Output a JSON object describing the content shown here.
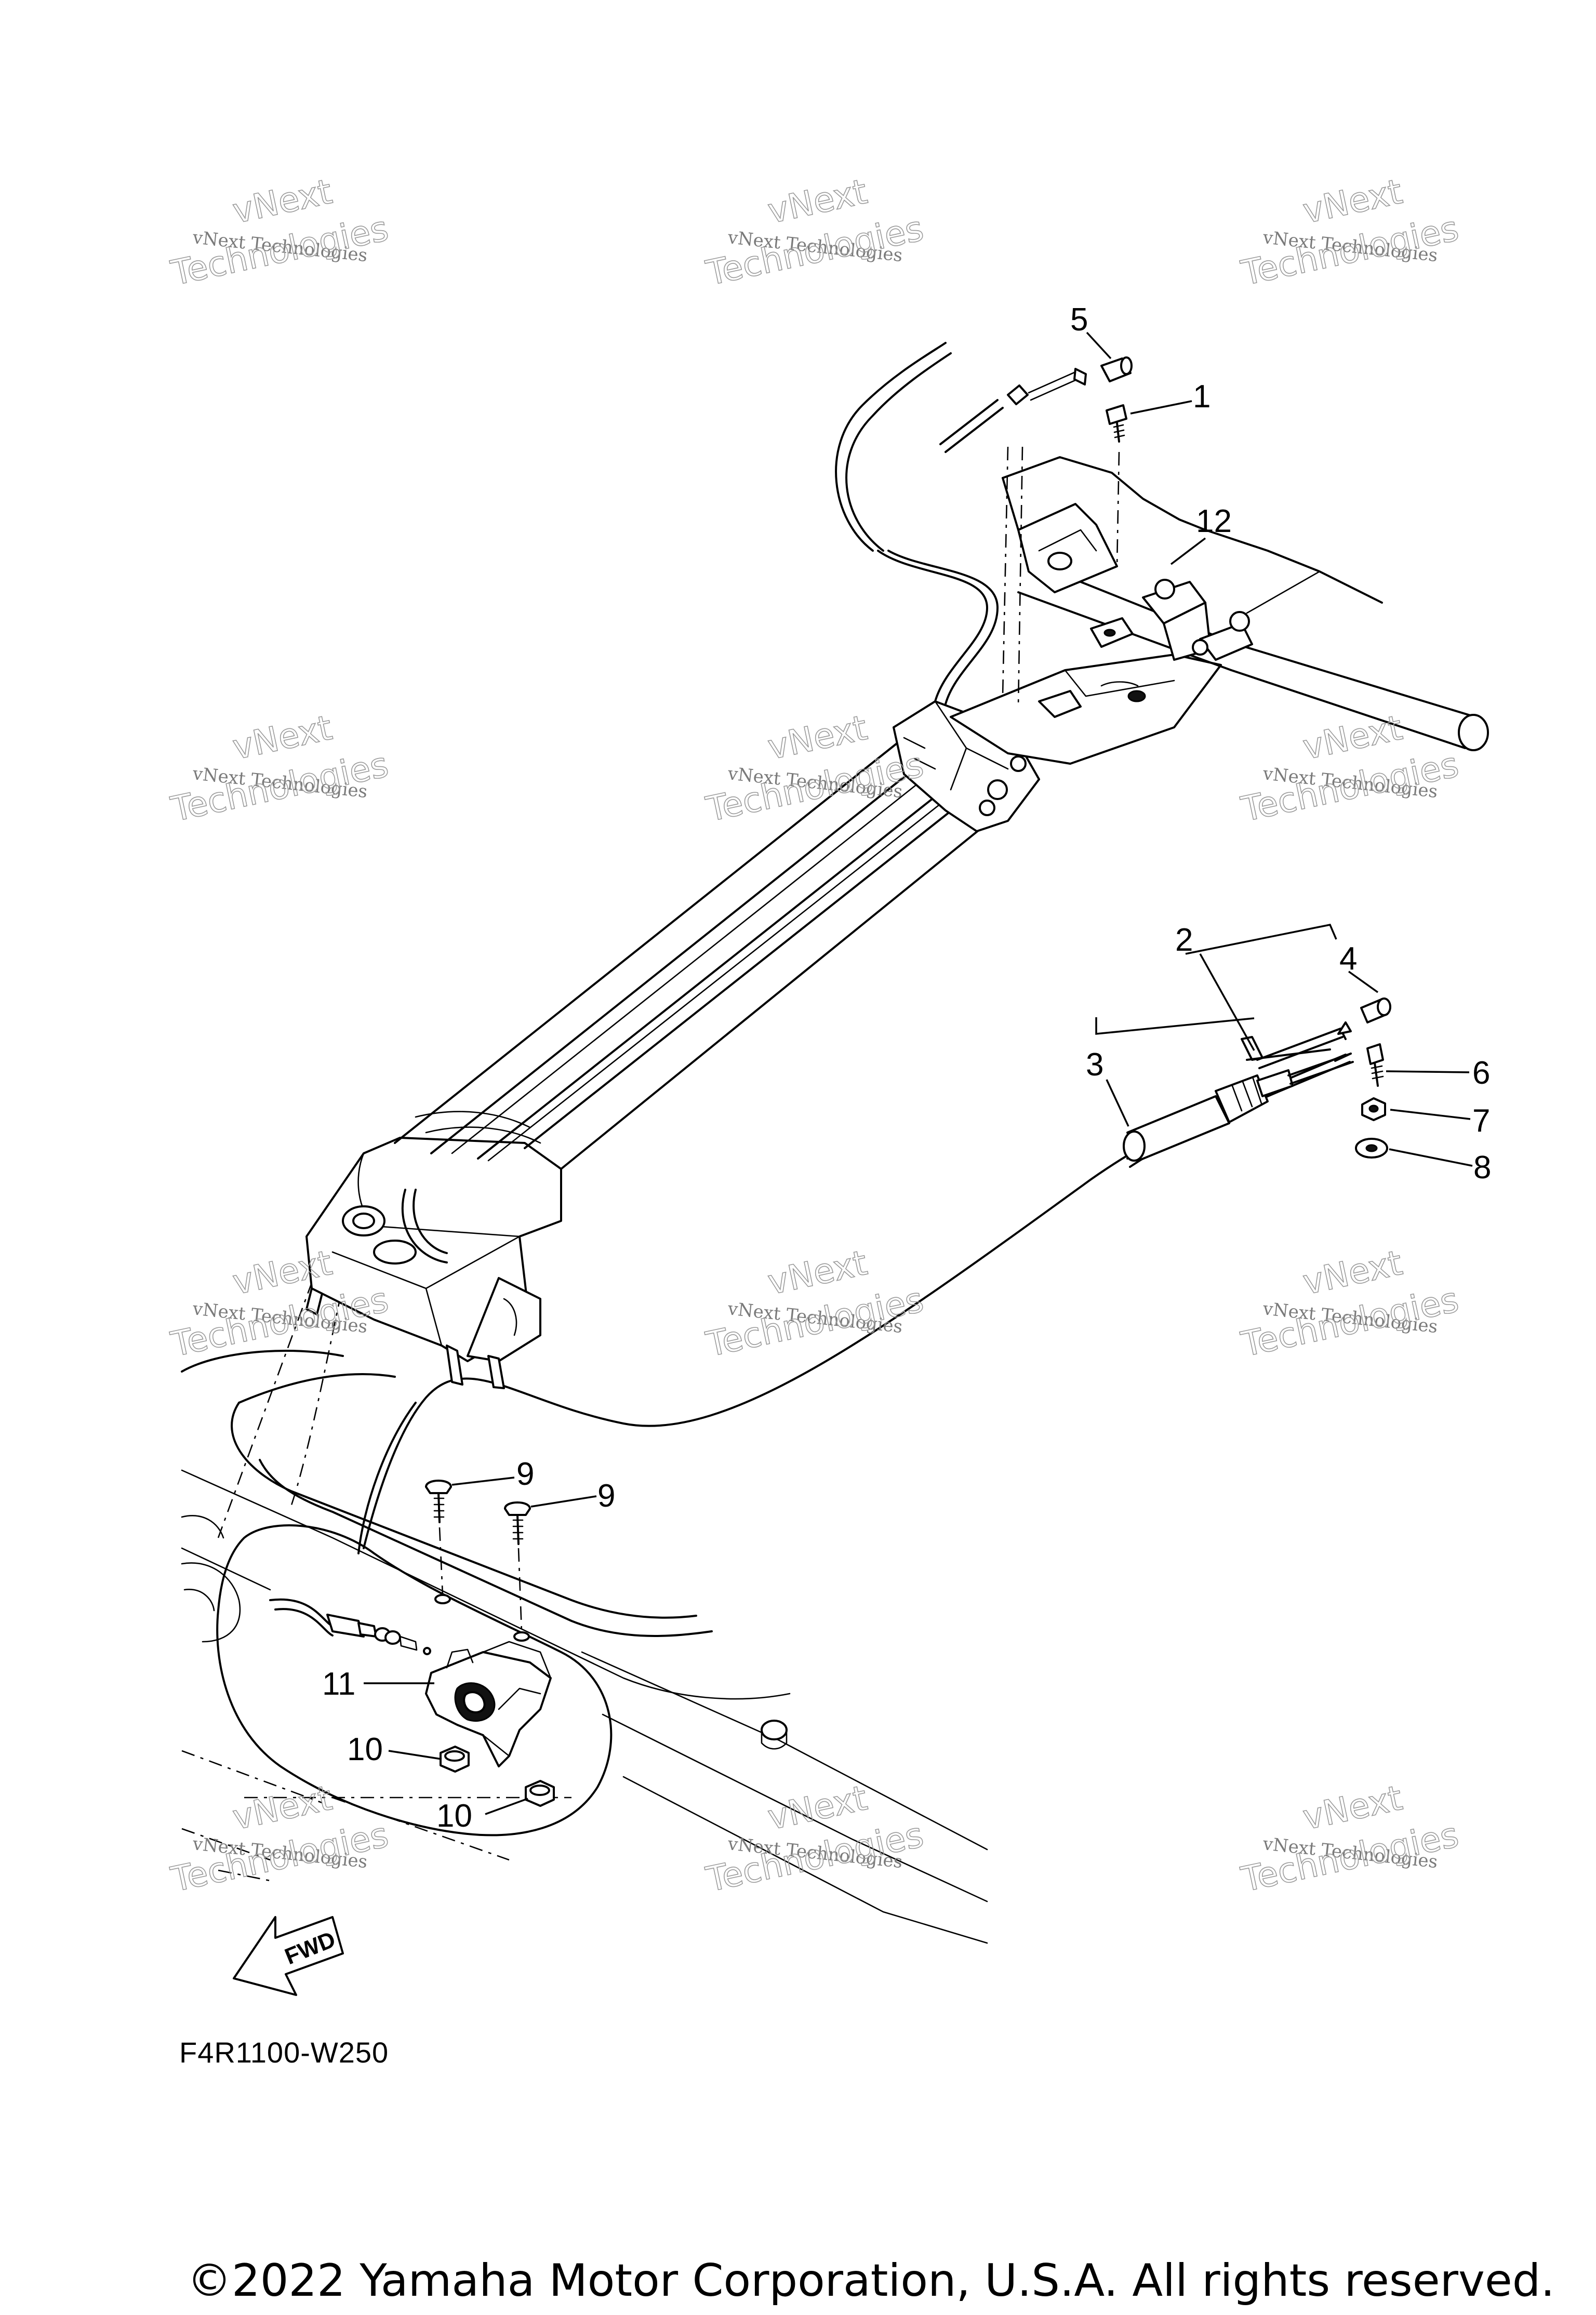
{
  "diagram": {
    "callouts": [
      {
        "id": "c1",
        "label": "1"
      },
      {
        "id": "c2",
        "label": "2"
      },
      {
        "id": "c3",
        "label": "3"
      },
      {
        "id": "c4",
        "label": "4"
      },
      {
        "id": "c5",
        "label": "5"
      },
      {
        "id": "c6",
        "label": "6"
      },
      {
        "id": "c7",
        "label": "7"
      },
      {
        "id": "c8",
        "label": "8"
      },
      {
        "id": "c9a",
        "label": "9"
      },
      {
        "id": "c9b",
        "label": "9"
      },
      {
        "id": "c10a",
        "label": "10"
      },
      {
        "id": "c10b",
        "label": "10"
      },
      {
        "id": "c11",
        "label": "11"
      },
      {
        "id": "c12",
        "label": "12"
      }
    ],
    "direction_arrow_label": "FWD",
    "drawing_code": "F4R1100-W250"
  },
  "watermark": {
    "line1": "vNext Technologies",
    "line2": "vNext",
    "line3": "Technologies"
  },
  "footer": {
    "copyright": "©2022 Yamaha Motor Corporation, U.S.A. All rights reserved."
  }
}
